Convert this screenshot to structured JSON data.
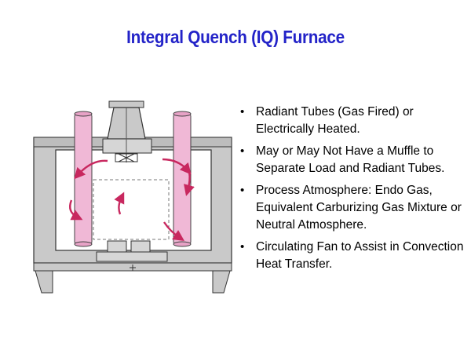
{
  "title": "Integral Quench (IQ) Furnace",
  "bullets": [
    "Radiant Tubes (Gas Fired) or Electrically Heated.",
    "May or May Not Have a Muffle to Separate Load and Radiant Tubes.",
    "Process Atmosphere: Endo Gas, Equivalent Carburizing Gas Mixture or Neutral Atmosphere.",
    "Circulating Fan to Assist in Convection Heat Transfer."
  ],
  "colors": {
    "title": "#2323c8",
    "furnace_body": "#c9c9c9",
    "radiant_tube": "#f0b8d6",
    "arrow": "#c8285f"
  }
}
